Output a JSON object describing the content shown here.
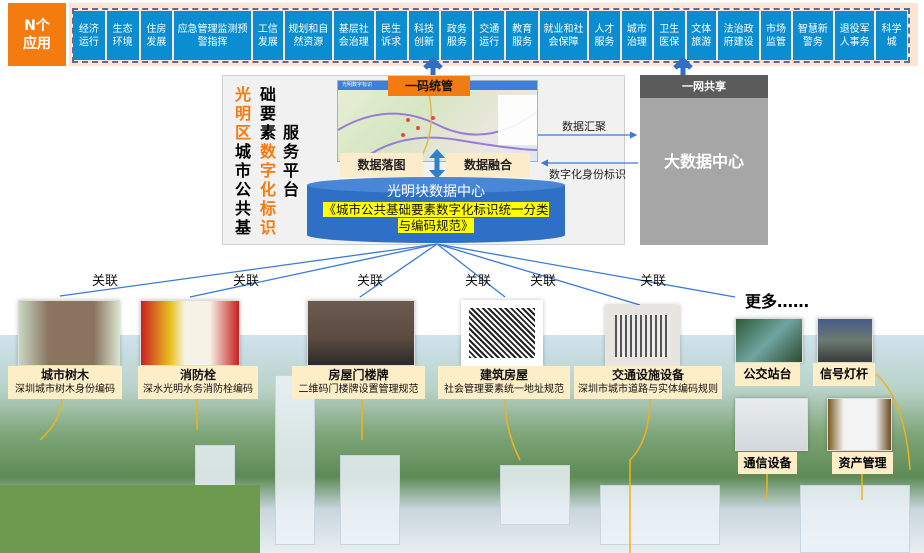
{
  "top": {
    "n_apps": "N个\n应用",
    "tiles": [
      "经济运行",
      "生态环境",
      "住房发展",
      "应急管理监测预警指挥",
      "工信发展",
      "规划和自然资源",
      "基层社会治理",
      "民生诉求",
      "科技创新",
      "政务服务",
      "交通运行",
      "教育服务",
      "就业和社会保障",
      "人才服务",
      "城市治理",
      "卫生医保",
      "文体旅游",
      "法治政府建设",
      "市场监管",
      "智慧新警务",
      "退役军人事务",
      "科学城"
    ]
  },
  "platform": {
    "title_orange_1": "光明区",
    "title_black_1": "城市公共基",
    "title_black_2": "础要素",
    "title_orange_2": "数字化标识",
    "title_black_3": "服务平台",
    "yima": "一码统管",
    "map_header": "光明数字标识",
    "data_map": "数据落图",
    "data_fuse": "数据融合",
    "dc_title": "光明块数据中心",
    "spec": "《城市公共基础要素数字化标识统一分类与编码规范》"
  },
  "bigdata": {
    "header": "一网共享",
    "title": "大数据中心",
    "arrow_out": "数据汇聚",
    "arrow_in": "数字化身份标识"
  },
  "relation": "关联",
  "more": "更多……",
  "cards": [
    {
      "title": "城市树木",
      "sub": "深圳城市树木身份编码"
    },
    {
      "title": "消防栓",
      "sub": "深水光明水务消防栓编码"
    },
    {
      "title": "房屋门楼牌",
      "sub": "二维码门楼牌设置管理规范"
    },
    {
      "title": "建筑房屋",
      "sub": "社会管理要素统一地址规范"
    },
    {
      "title": "交通设施设备",
      "sub": "深圳市城市道路与实体编码规则"
    }
  ],
  "more_items": [
    "公交站台",
    "信号灯杆",
    "通信设备",
    "资产管理"
  ],
  "colors": {
    "orange": "#f47b10",
    "tile": "#0b8ed1",
    "cylinder": "#2f6fc6",
    "highlight": "#ffff00",
    "cream": "#fdeec7"
  }
}
